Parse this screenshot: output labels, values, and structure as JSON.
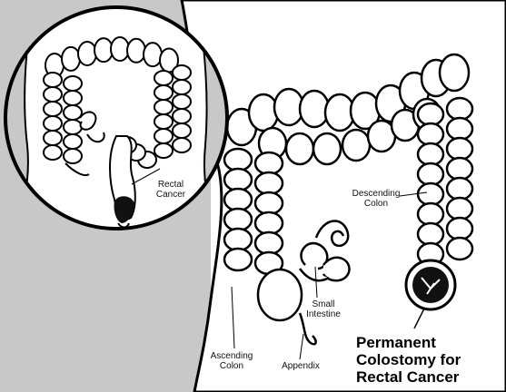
{
  "diagram": {
    "title_lines": [
      "Permanent",
      "Colostomy for",
      "Rectal Cancer"
    ],
    "labels": {
      "rectal_cancer": [
        "Rectal",
        "Cancer"
      ],
      "descending_colon": [
        "Descending",
        "Colon"
      ],
      "small_intestine": [
        "Small",
        "Intestine"
      ],
      "ascending_colon": [
        "Ascending",
        "Colon"
      ],
      "appendix": "Appendix"
    }
  }
}
